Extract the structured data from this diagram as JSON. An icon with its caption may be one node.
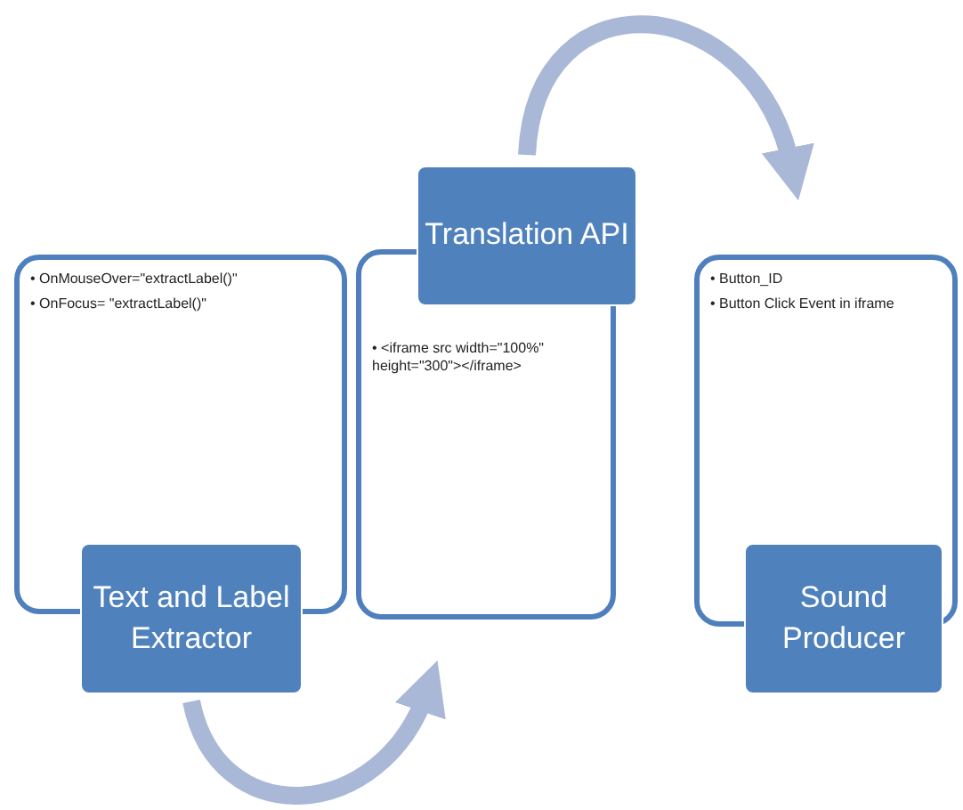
{
  "diagram": {
    "nodes": [
      {
        "text": [
          "• OnMouseOver=\"extractLabel()\"",
          "• OnFocus= \"extractLabel()\""
        ]
      },
      {
        "text": [
          "Text and Label Extractor"
        ]
      },
      {
        "text": [
          "Translation API"
        ]
      },
      {
        "text": [
          "• <iframe src width=\"100%\" height=\"300\"></iframe>"
        ]
      },
      {
        "text": [
          "• Button_ID",
          "• Button Click Event in iframe"
        ]
      },
      {
        "text": [
          "Sound Producer"
        ]
      }
    ],
    "edges": [
      {
        "from": 1,
        "to": 3,
        "arrow": "to"
      },
      {
        "from": 2,
        "to": 4,
        "arrow": "to"
      }
    ]
  }
}
